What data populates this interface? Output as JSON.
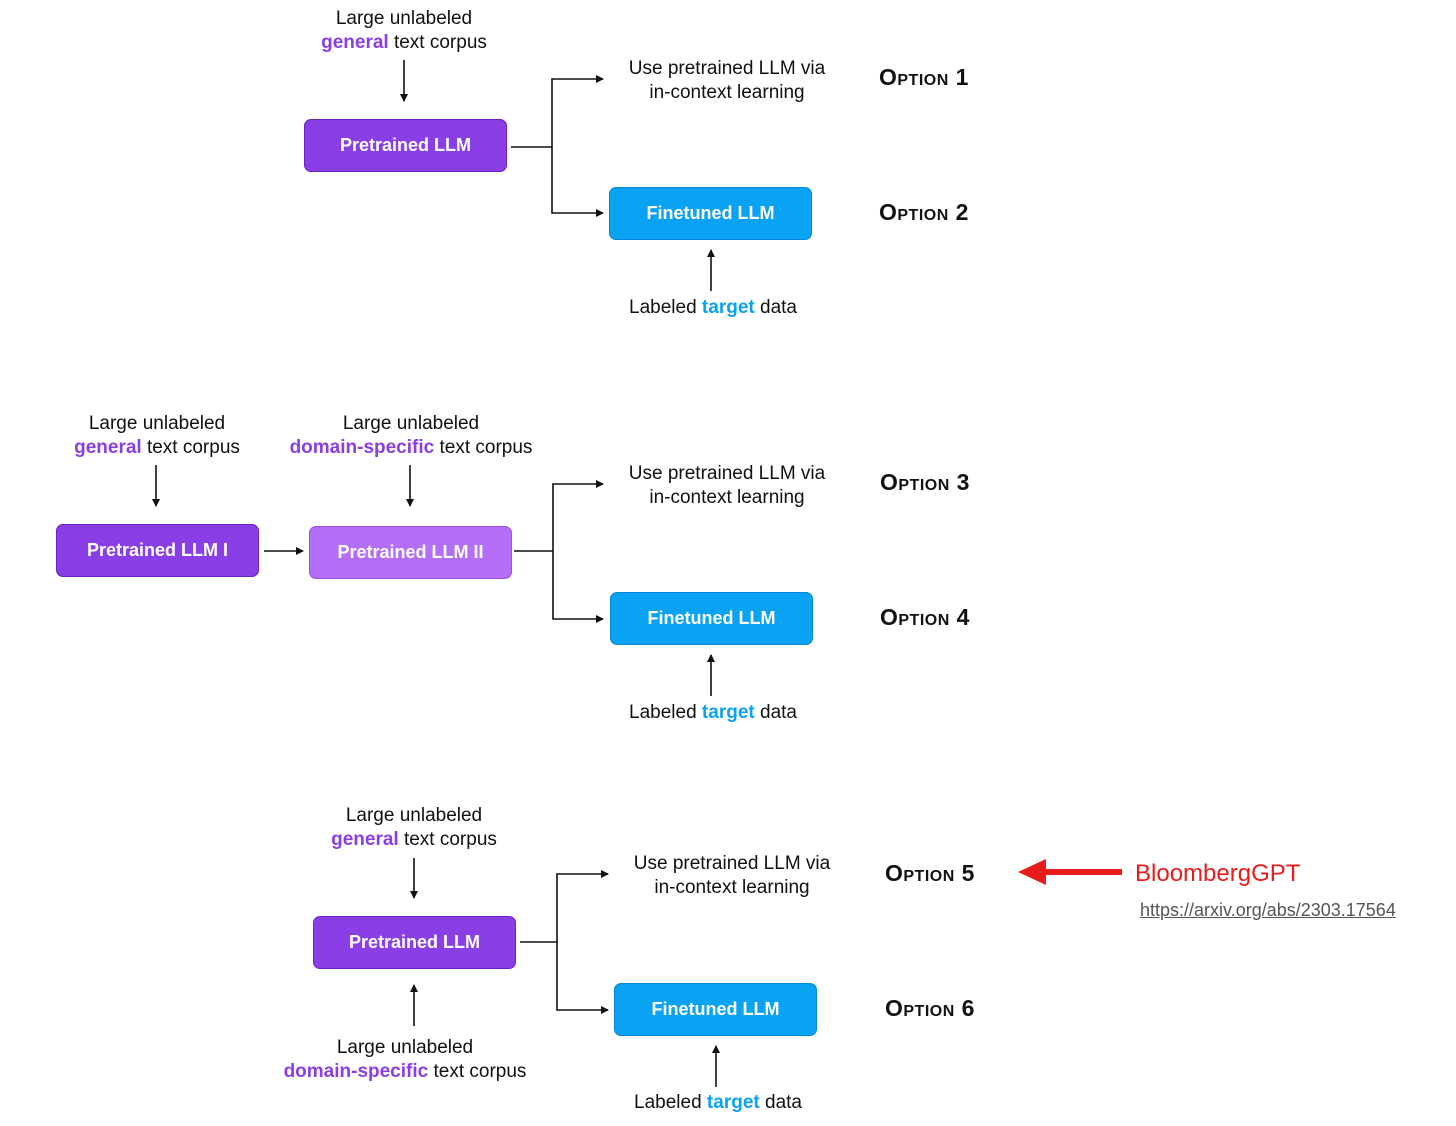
{
  "colors": {
    "general_keyword": "#8a3ee6",
    "domain_keyword": "#8a3ee6",
    "target_keyword": "#0aa2f2",
    "pretrained_box": "#8a3ee6",
    "pretrained_box_light": "#b46ef7",
    "finetuned_box": "#0aa2f2",
    "annotation_red": "#e81c1c"
  },
  "text": {
    "large_unlabeled": "Large unlabeled",
    "general": "general",
    "domain_specific": "domain-specific",
    "text_corpus": " text corpus",
    "use_pretrained_line1": "Use pretrained LLM via",
    "use_pretrained_line2": "in-context learning",
    "labeled": "Labeled ",
    "target": "target",
    "data": " data"
  },
  "boxes": {
    "pretrained_llm": "Pretrained LLM",
    "pretrained_llm_i": "Pretrained LLM I",
    "pretrained_llm_ii": "Pretrained LLM II",
    "finetuned_llm": "Finetuned LLM"
  },
  "options": [
    "Option 1",
    "Option 2",
    "Option 3",
    "Option 4",
    "Option 5",
    "Option 6"
  ],
  "annotation": {
    "label": "BloombergGPT",
    "url": "https://arxiv.org/abs/2303.17564"
  }
}
